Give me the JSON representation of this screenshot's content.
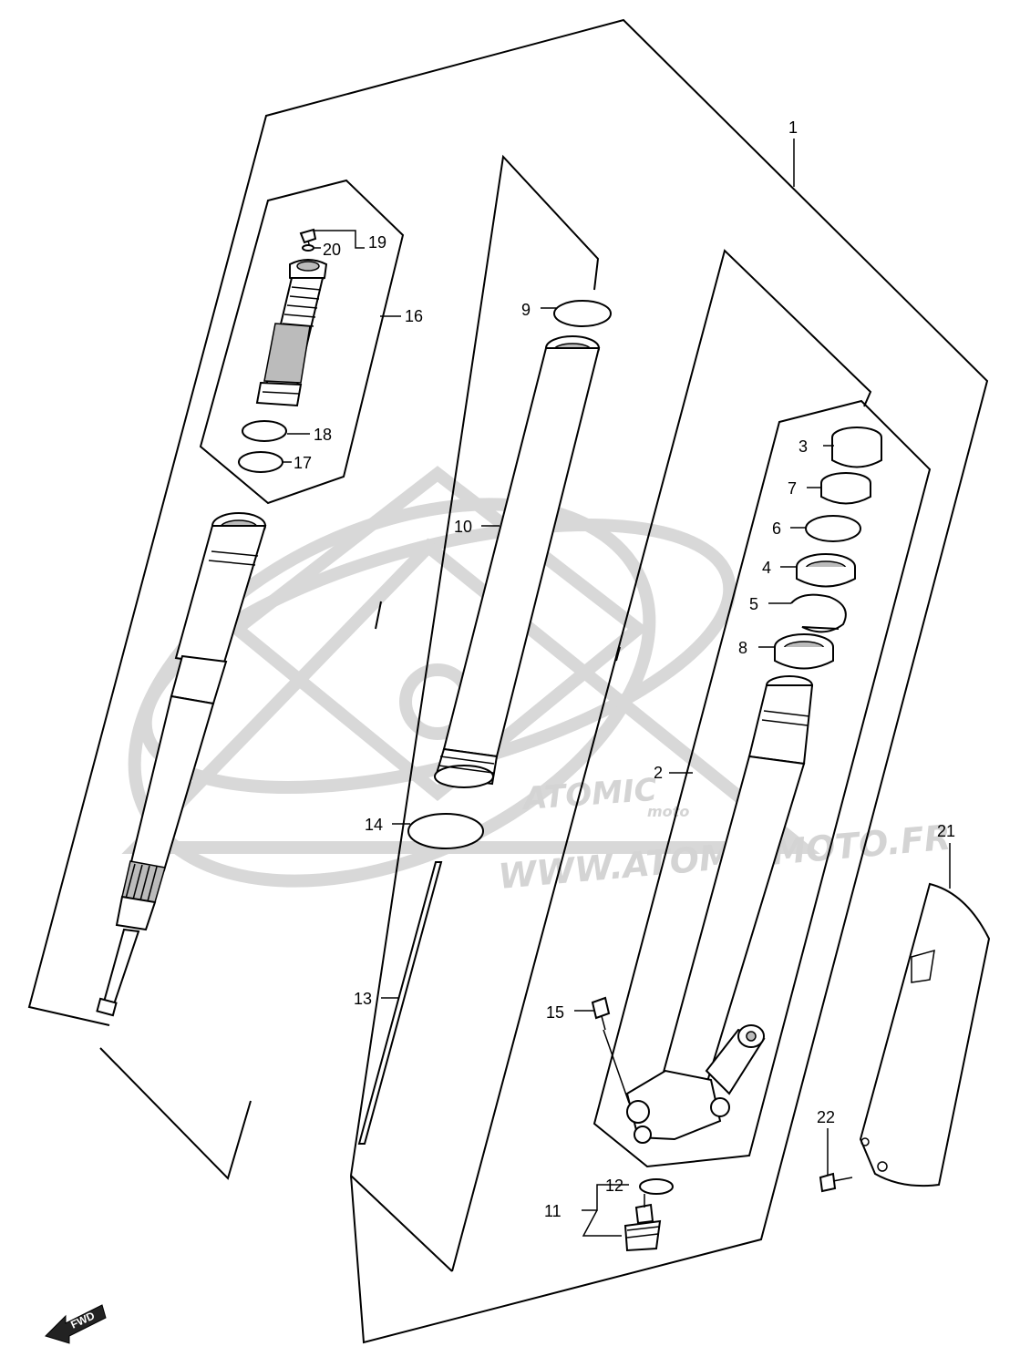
{
  "watermark": {
    "brand": "ATOMIC",
    "sub": "moto",
    "url": "WWW.ATOMICMOTO.FR"
  },
  "fwd_badge": "FWD",
  "callouts": [
    {
      "id": "1",
      "label": "1"
    },
    {
      "id": "2",
      "label": "2"
    },
    {
      "id": "3",
      "label": "3"
    },
    {
      "id": "4",
      "label": "4"
    },
    {
      "id": "5",
      "label": "5"
    },
    {
      "id": "6",
      "label": "6"
    },
    {
      "id": "7",
      "label": "7"
    },
    {
      "id": "8",
      "label": "8"
    },
    {
      "id": "9",
      "label": "9"
    },
    {
      "id": "10",
      "label": "10"
    },
    {
      "id": "11",
      "label": "11"
    },
    {
      "id": "12",
      "label": "12"
    },
    {
      "id": "13",
      "label": "13"
    },
    {
      "id": "14",
      "label": "14"
    },
    {
      "id": "15",
      "label": "15"
    },
    {
      "id": "16",
      "label": "16"
    },
    {
      "id": "17",
      "label": "17"
    },
    {
      "id": "18",
      "label": "18"
    },
    {
      "id": "19",
      "label": "19"
    },
    {
      "id": "20",
      "label": "20"
    },
    {
      "id": "21",
      "label": "21"
    },
    {
      "id": "22",
      "label": "22"
    }
  ]
}
